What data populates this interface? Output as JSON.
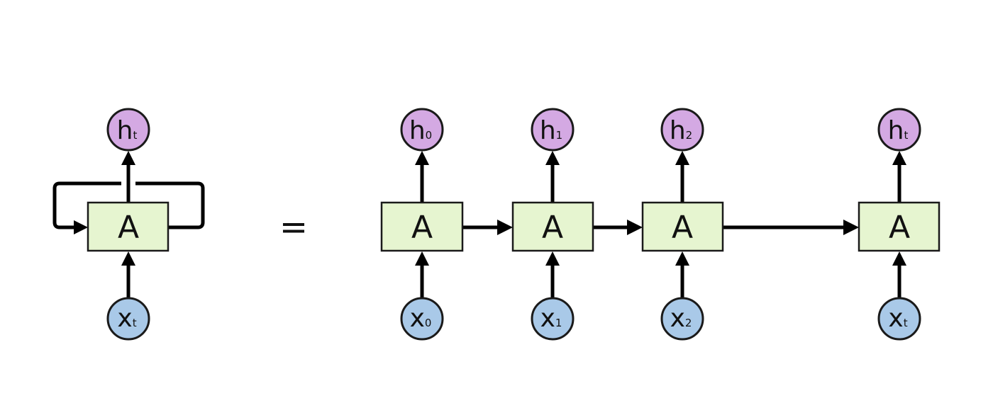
{
  "colors": {
    "cell_fill": "#e6f5d0",
    "output_fill": "#d4a9e3",
    "input_fill": "#a9c9e8",
    "line": "#000000"
  },
  "folded": {
    "cell_label": "A",
    "output": {
      "main": "h",
      "sub": "t"
    },
    "input": {
      "main": "x",
      "sub": "t"
    }
  },
  "equals": "=",
  "unrolled": [
    {
      "cell_label": "A",
      "output": {
        "main": "h",
        "sub": "0"
      },
      "input": {
        "main": "x",
        "sub": "0"
      }
    },
    {
      "cell_label": "A",
      "output": {
        "main": "h",
        "sub": "1"
      },
      "input": {
        "main": "x",
        "sub": "1"
      }
    },
    {
      "cell_label": "A",
      "output": {
        "main": "h",
        "sub": "2"
      },
      "input": {
        "main": "x",
        "sub": "2"
      }
    },
    {
      "cell_label": "A",
      "output": {
        "main": "h",
        "sub": "t"
      },
      "input": {
        "main": "x",
        "sub": "t"
      }
    }
  ]
}
